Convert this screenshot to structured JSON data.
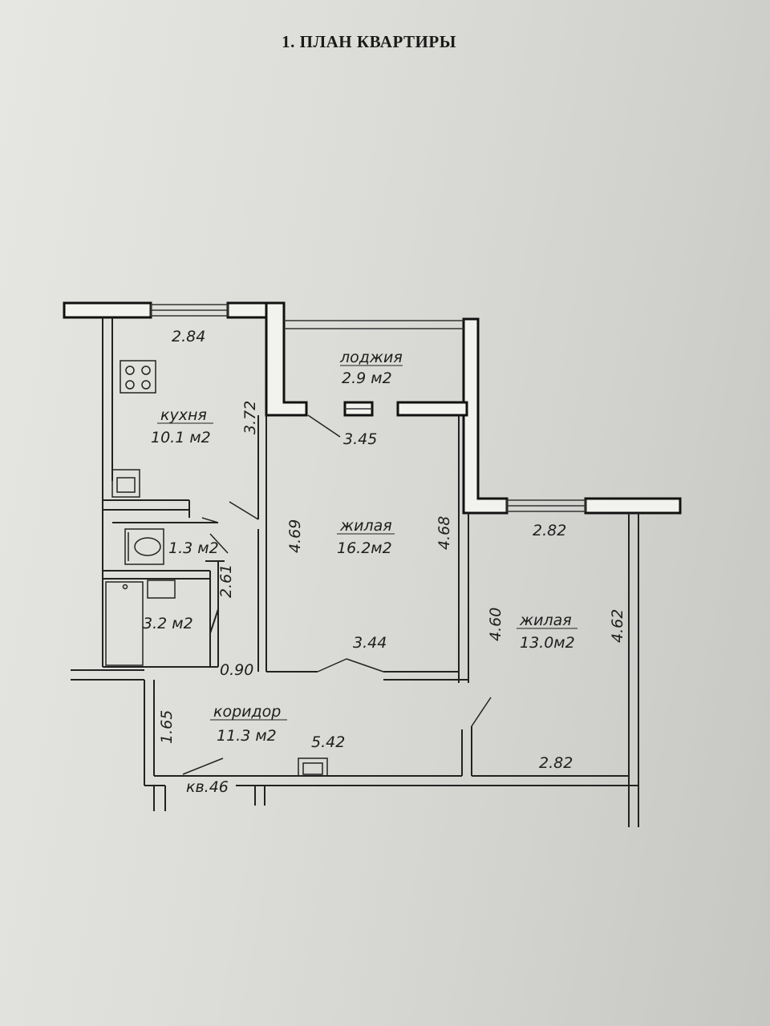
{
  "title": "1. ПЛАН КВАРТИРЫ",
  "rooms": {
    "kitchen": {
      "name": "кухня",
      "area": "10.1 м2"
    },
    "loggia": {
      "name": "лоджия",
      "area": "2.9 м2"
    },
    "living1": {
      "name": "жилая",
      "area": "16.2м2"
    },
    "living2": {
      "name": "жилая",
      "area": "13.0м2"
    },
    "corridor": {
      "name": "коридор",
      "area": "11.3 м2"
    },
    "wc": {
      "area": "1.3 м2"
    },
    "bathroom": {
      "area": "3.2 м2"
    }
  },
  "dimensions": {
    "kitchen_width": "2.84",
    "kitchen_length": "3.72",
    "loggia_width": "3.45",
    "living1_left": "4.69",
    "living1_right": "4.68",
    "living1_bottom": "3.44",
    "bath_side": "2.61",
    "door_width": "0.90",
    "corridor_depth": "1.65",
    "corridor_length": "5.42",
    "living2_top": "2.82",
    "living2_left": "4.60",
    "living2_right": "4.62",
    "living2_bottom": "2.82"
  },
  "apartment_label": "кв.46"
}
